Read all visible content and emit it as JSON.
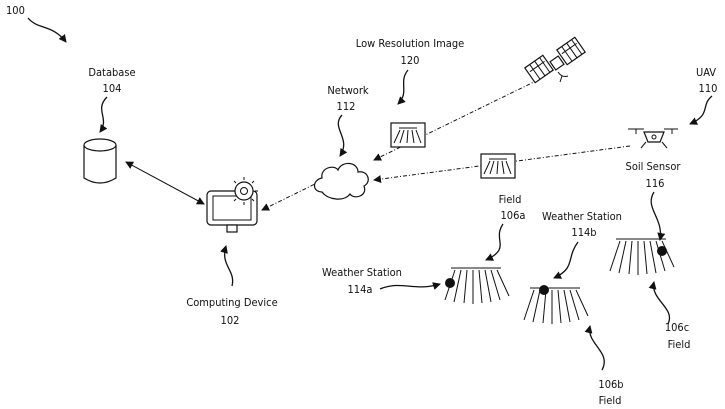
{
  "figure": {
    "number": "100"
  },
  "database": {
    "label": "Database",
    "ref": "104"
  },
  "computing_device": {
    "label": "Computing Device",
    "ref": "102"
  },
  "network": {
    "label": "Network",
    "ref": "112"
  },
  "low_res_image": {
    "label": "Low Resolution Image",
    "ref": "120"
  },
  "uav": {
    "label": "UAV",
    "ref": "110"
  },
  "soil_sensor": {
    "label": "Soil Sensor",
    "ref": "116"
  },
  "field_a": {
    "label": "Field",
    "ref": "106a"
  },
  "field_b": {
    "label": "Field",
    "ref": "106b"
  },
  "field_c": {
    "label": "Field",
    "ref": "106c"
  },
  "weather_station_a": {
    "label": "Weather Station",
    "ref": "114a"
  },
  "weather_station_b": {
    "label": "Weather Station",
    "ref": "114b"
  }
}
